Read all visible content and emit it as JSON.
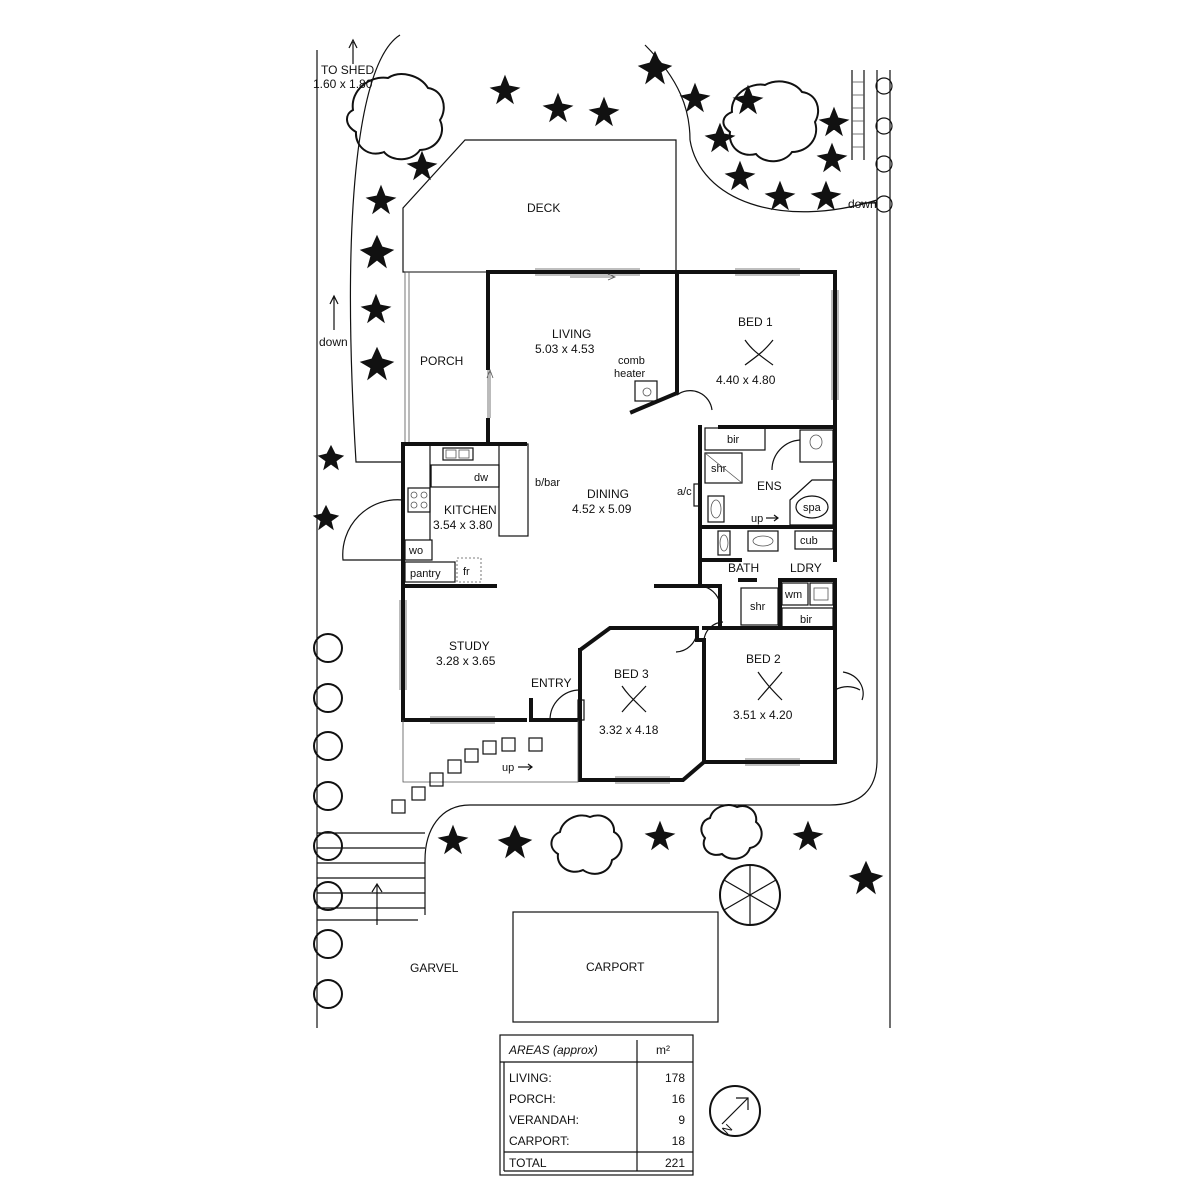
{
  "site": {
    "shed_label": "TO SHED",
    "shed_size": "1.60 x 1.80",
    "deck": "DECK",
    "porch": "PORCH",
    "down_left": "down",
    "down_right": "down",
    "up_entry": "up",
    "up_ens": "up",
    "garvel": "GARVEL",
    "carport": "CARPORT",
    "entry": "ENTRY"
  },
  "rooms": {
    "living": {
      "name": "LIVING",
      "size": "5.03 x 4.53"
    },
    "dining": {
      "name": "DINING",
      "size": "4.52 x 5.09"
    },
    "kitchen": {
      "name": "KITCHEN",
      "size": "3.54 x 3.80"
    },
    "study": {
      "name": "STUDY",
      "size": "3.28 x 3.65"
    },
    "bed1": {
      "name": "BED 1",
      "size": "4.40 x 4.80"
    },
    "bed2": {
      "name": "BED 2",
      "size": "3.51 x 4.20"
    },
    "bed3": {
      "name": "BED 3",
      "size": "3.32 x 4.18"
    }
  },
  "fixtures": {
    "comb": "comb",
    "heater": "heater",
    "bbar": "b/bar",
    "dw": "dw",
    "wo": "wo",
    "pantry": "pantry",
    "fr": "fr",
    "ac": "a/c",
    "bir1": "bir",
    "bir2": "bir",
    "shr1": "shr",
    "shr2": "shr",
    "ens": "ENS",
    "spa": "spa",
    "cub": "cub",
    "bath": "BATH",
    "ldry": "LDRY",
    "wm": "wm"
  },
  "areas": {
    "title": "AREAS (approx)",
    "unit": "m²",
    "rows": [
      {
        "label": "LIVING:",
        "value": "178"
      },
      {
        "label": "PORCH:",
        "value": "16"
      },
      {
        "label": "VERANDAH:",
        "value": "9"
      },
      {
        "label": "CARPORT:",
        "value": "18"
      }
    ],
    "total_label": "TOTAL",
    "total_value": "221"
  },
  "compass": {
    "letter": "N"
  }
}
